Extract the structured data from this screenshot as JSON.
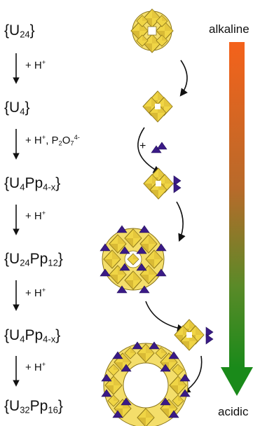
{
  "labels": {
    "u24": {
      "main": "{U",
      "sub": "24",
      "end": "}"
    },
    "u4": {
      "main": "{U",
      "sub": "4",
      "end": "}"
    },
    "u4pp_a": {
      "main": "{U",
      "sub1": "4",
      "mid": "Pp",
      "sub2": "4-x",
      "end": "}"
    },
    "u24pp12": {
      "main": "{U",
      "sub1": "24",
      "mid": "Pp",
      "sub2": "12",
      "end": "}"
    },
    "u4pp_b": {
      "main": "{U",
      "sub1": "4",
      "mid": "Pp",
      "sub2": "4-x",
      "end": "}"
    },
    "u32pp16": {
      "main": "{U",
      "sub1": "32",
      "mid": "Pp",
      "sub2": "16",
      "end": "}"
    }
  },
  "steps": {
    "s1": {
      "text": "+ H",
      "sup": "+"
    },
    "s2": {
      "text": "+ H",
      "sup": "+",
      "text2": ", P",
      "sub": "2",
      "text3": "O",
      "sub2": "7",
      "sup2": "4-"
    },
    "s3": {
      "text": "+ H",
      "sup": "+"
    },
    "s4": {
      "text": "+ H",
      "sup": "+"
    },
    "s5": {
      "text": "+ H",
      "sup": "+"
    }
  },
  "plus": "+",
  "gradient": {
    "top_label": "alkaline",
    "bottom_label": "acidic",
    "top_color": "#f26a1b",
    "bottom_color": "#1a8a1a"
  },
  "colors": {
    "uranyl_fill": "#f0d545",
    "uranyl_stroke": "#8a7418",
    "pp_fill": "#3a1a86"
  }
}
